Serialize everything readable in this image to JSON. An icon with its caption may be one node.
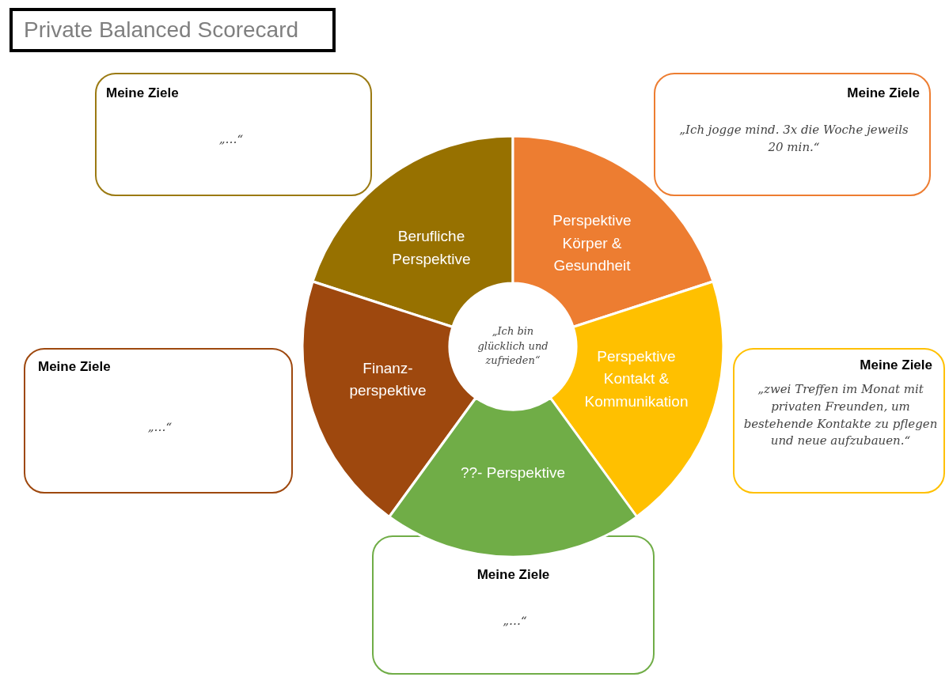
{
  "diagram": {
    "title": "Private Balanced Scorecard",
    "nodes": [
      {
        "text": [
          "Meine Ziele",
          "„…“"
        ]
      },
      {
        "text": [
          "Meine Ziele",
          "„Ich jogge mind. 3x die Woche jeweils 20 min.“"
        ]
      },
      {
        "text": [
          "Berufliche Perspektive"
        ]
      },
      {
        "text": [
          "Perspektive Körper & Gesundheit"
        ]
      },
      {
        "text": [
          "„Ich bin glücklich und zufrieden“"
        ]
      },
      {
        "text": [
          "Finanz- perspektive"
        ]
      },
      {
        "text": [
          "Perspektive Kontakt & Kommunikation"
        ]
      },
      {
        "text": [
          "Meine Ziele",
          "„…“"
        ]
      },
      {
        "text": [
          "Meine Ziele",
          "„zwei Treffen im Monat mit privaten Freunden, um bestehende Kontakte zu pflegen und neue aufzubauen.“"
        ]
      },
      {
        "text": [
          "??- Perspektive"
        ]
      },
      {
        "text": [
          "Meine Ziele",
          "„…“"
        ]
      }
    ]
  }
}
